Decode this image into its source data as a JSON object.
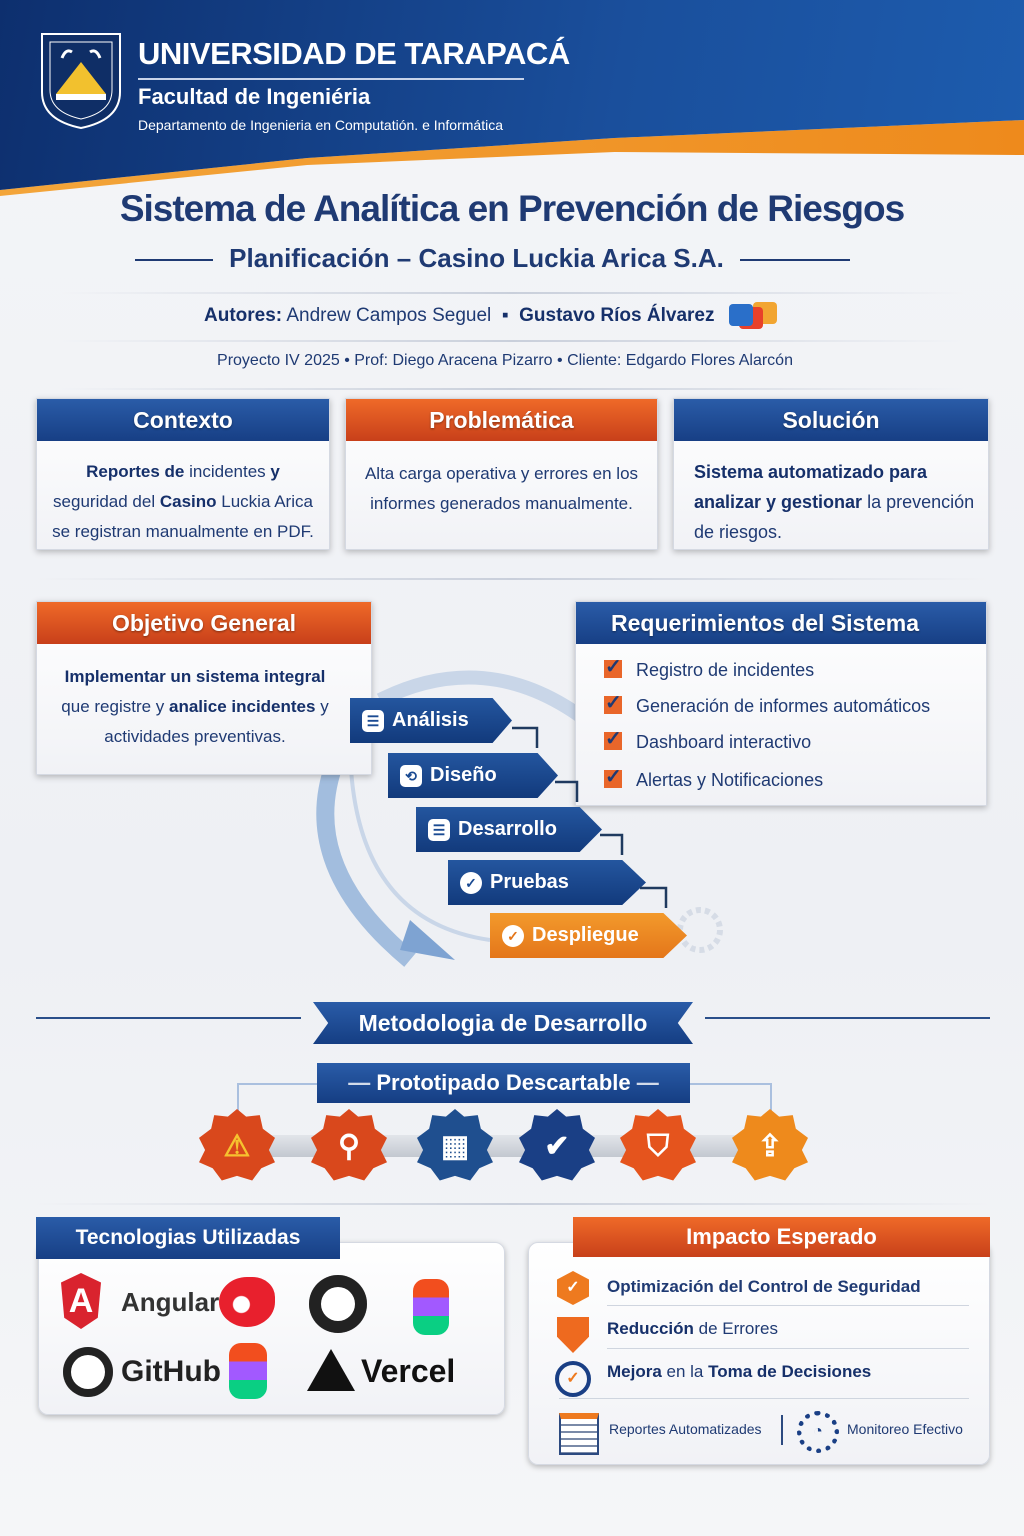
{
  "header": {
    "university": "UNIVERSIDAD DE TARAPACÁ",
    "faculty": "Facultad de Ingeniéria",
    "department": "Departamento de Ingenieria en Computatión. e Informática"
  },
  "title": "Sistema de Analítica en Prevención de Riesgos",
  "subtitle": "Planificación – Casino Luckia Arica S.A.",
  "authors": {
    "label": "Autores:",
    "author1": "Andrew Campos Seguel",
    "sep": "▪",
    "author2": "Gustavo Ríos Álvarez"
  },
  "project_line": "Proyecto IV 2025 • Prof: Diego Aracena Pizarro • Cliente: Edgardo Flores Alarcón",
  "cards": {
    "contexto": {
      "title": "Contexto",
      "b1": "Reportes de",
      "t1": " incidentes ",
      "b2": "y",
      "t2": " seguridad del ",
      "b3": "Casino",
      "t3": " Luckia Arica se registran manualmente en PDF."
    },
    "problematica": {
      "title": "Problemática",
      "text": "Alta carga operativa y errores en los informes generados manualmente."
    },
    "solucion": {
      "title": "Solución",
      "bold": "Sistema automatizado para analizar y gestionar",
      "text": " la prevención de riesgos."
    }
  },
  "objetivo": {
    "title": "Objetivo General",
    "b1": "Implementar un sistema integral",
    "t1": " que registre y ",
    "b2": "analice incidentes",
    "t2": " y actividades preventivas."
  },
  "requerimientos": {
    "title": "Requerimientos del Sistema",
    "items": [
      "Registro de incidentes",
      "Generación de informes automáticos",
      "Dashboard interactivo",
      "Alertas y Notificaciones"
    ]
  },
  "steps": [
    {
      "label": "Análisis",
      "icon": "server-icon"
    },
    {
      "label": "Diseño",
      "icon": "design-icon"
    },
    {
      "label": "Desarrollo",
      "icon": "code-icon"
    },
    {
      "label": "Pruebas",
      "icon": "check-icon"
    },
    {
      "label": "Despliegue",
      "icon": "badge-check-icon"
    }
  ],
  "metodologia": {
    "title": "Metodologia de Desarrollo",
    "subtitle": "Prototipado Descartable",
    "badges": [
      {
        "icon": "warning-icon",
        "color": "#d9481c"
      },
      {
        "icon": "search-icon",
        "color": "#d9481c"
      },
      {
        "icon": "grid-icon",
        "color": "#1f4f8f"
      },
      {
        "icon": "verified-icon",
        "color": "#1a3f85"
      },
      {
        "icon": "shield-check-icon",
        "color": "#e5541d"
      },
      {
        "icon": "upload-icon",
        "color": "#ee8a1c"
      }
    ]
  },
  "tecnologias": {
    "title": "Tecnologias Utilizadas",
    "angular": "Angular",
    "github": "GitHub",
    "vercel": "Vercel"
  },
  "impacto": {
    "title": "Impacto Esperado",
    "items": [
      {
        "b": "Optimización del Control de Seguridad",
        "t": ""
      },
      {
        "b": "Reducción",
        "t": " de Errores"
      },
      {
        "b": "Mejora",
        "t": " en la ",
        "b2": "Toma de Decisiones"
      }
    ],
    "footer1": "Reportes Automatizades",
    "footer2": "Monitoreo Efectivo"
  }
}
